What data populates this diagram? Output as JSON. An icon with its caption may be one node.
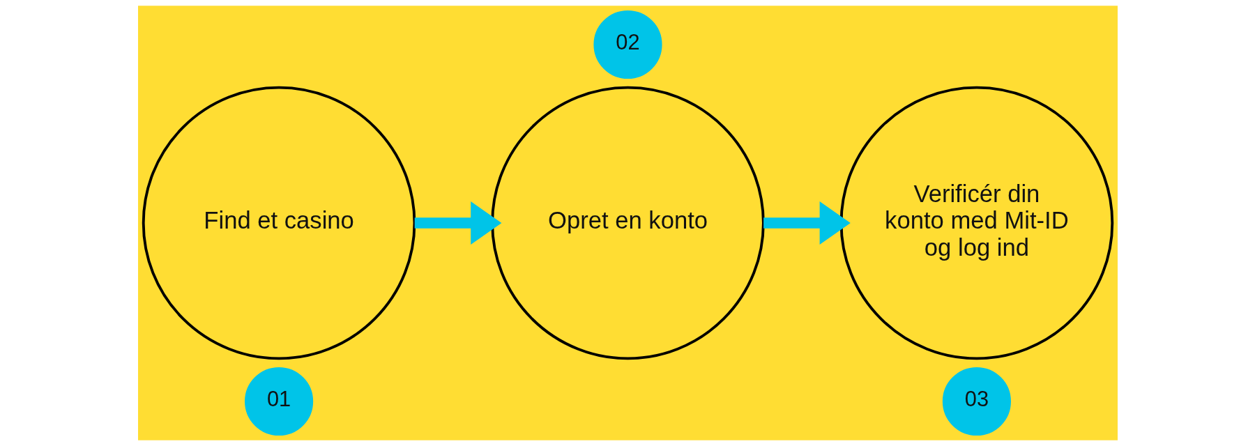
{
  "diagram": {
    "nodes": [
      {
        "text": [
          "Find et casino"
        ]
      },
      {
        "text": [
          "01"
        ]
      },
      {
        "text": [
          "Opret en konto"
        ]
      },
      {
        "text": [
          "02"
        ]
      },
      {
        "text": [
          "Verificér din konto med Mit-ID og log ind"
        ]
      },
      {
        "text": [
          "03"
        ]
      }
    ],
    "edges": [
      {
        "from": 0,
        "to": 2,
        "arrow": "to"
      },
      {
        "from": 2,
        "to": 4,
        "arrow": "to"
      }
    ]
  }
}
